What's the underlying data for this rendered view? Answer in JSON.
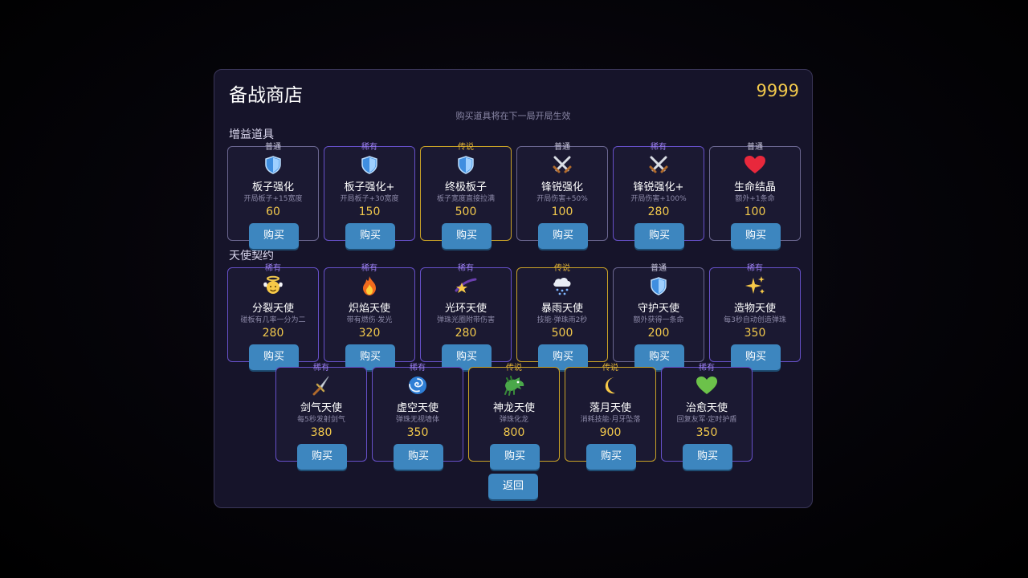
{
  "shop": {
    "title": "备战商店",
    "coins": "9999",
    "notice": "购买道具将在下一局开局生效",
    "back_label": "返回"
  },
  "sections": [
    {
      "title": "增益道具",
      "items": [
        {
          "rarity": "普通",
          "icon": "shield-icon",
          "name": "板子强化",
          "desc": "开局板子+15宽度",
          "price": "60",
          "buy": "购买"
        },
        {
          "rarity": "稀有",
          "icon": "shield-icon",
          "name": "板子强化+",
          "desc": "开局板子+30宽度",
          "price": "150",
          "buy": "购买"
        },
        {
          "rarity": "传说",
          "icon": "shield-icon",
          "name": "终极板子",
          "desc": "板子宽度直接拉满",
          "price": "500",
          "buy": "购买"
        },
        {
          "rarity": "普通",
          "icon": "crossed-swords-icon",
          "name": "锋锐强化",
          "desc": "开局伤害+50%",
          "price": "100",
          "buy": "购买"
        },
        {
          "rarity": "稀有",
          "icon": "crossed-swords-icon",
          "name": "锋锐强化+",
          "desc": "开局伤害+100%",
          "price": "280",
          "buy": "购买"
        },
        {
          "rarity": "普通",
          "icon": "heart-icon",
          "name": "生命结晶",
          "desc": "额外+1条命",
          "price": "100",
          "buy": "购买"
        }
      ]
    },
    {
      "title": "天使契约",
      "items": [
        {
          "rarity": "稀有",
          "icon": "angel-icon",
          "name": "分裂天使",
          "desc": "碰板有几率一分为二",
          "price": "280",
          "buy": "购买"
        },
        {
          "rarity": "稀有",
          "icon": "fire-icon",
          "name": "炽焰天使",
          "desc": "带有燃伤·发光",
          "price": "320",
          "buy": "购买"
        },
        {
          "rarity": "稀有",
          "icon": "shooting-star-icon",
          "name": "光环天使",
          "desc": "弹珠光圈附带伤害",
          "price": "280",
          "buy": "购买"
        },
        {
          "rarity": "传说",
          "icon": "snow-cloud-icon",
          "name": "暴雨天使",
          "desc": "技能·弹珠雨2秒",
          "price": "500",
          "buy": "购买"
        },
        {
          "rarity": "普通",
          "icon": "shield-icon",
          "name": "守护天使",
          "desc": "额外获得一条命",
          "price": "200",
          "buy": "购买"
        },
        {
          "rarity": "稀有",
          "icon": "sparkles-icon",
          "name": "造物天使",
          "desc": "每3秒自动创造弹珠",
          "price": "350",
          "buy": "购买"
        },
        {
          "rarity": "稀有",
          "icon": "dagger-icon",
          "name": "剑气天使",
          "desc": "每5秒发射剑气",
          "price": "380",
          "buy": "购买"
        },
        {
          "rarity": "稀有",
          "icon": "cyclone-icon",
          "name": "虚空天使",
          "desc": "弹珠无视墙体",
          "price": "350",
          "buy": "购买"
        },
        {
          "rarity": "传说",
          "icon": "dragon-icon",
          "name": "神龙天使",
          "desc": "弹珠化龙",
          "price": "800",
          "buy": "购买"
        },
        {
          "rarity": "传说",
          "icon": "crescent-moon-icon",
          "name": "落月天使",
          "desc": "消耗技能·月牙坠落",
          "price": "900",
          "buy": "购买"
        },
        {
          "rarity": "稀有",
          "icon": "green-heart-icon",
          "name": "治愈天使",
          "desc": "回复友军·定时护盾",
          "price": "350",
          "buy": "购买"
        }
      ]
    }
  ],
  "colors": {
    "panel_bg": "#16142a",
    "common_border": "#6a6690",
    "rare_border": "#6650c8",
    "legend_border": "#c9a227",
    "price": "#f2c94c",
    "button": "#3d86bf"
  }
}
